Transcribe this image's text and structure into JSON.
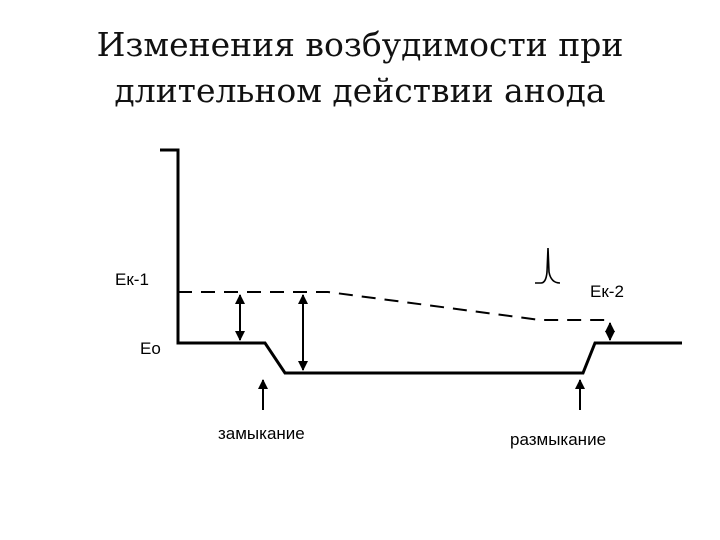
{
  "title": {
    "line1": "Изменения возбудимости при",
    "line2": "длительном действии анода"
  },
  "labels": {
    "ek1": "Ек-1",
    "ek2": "Ек-2",
    "eo": "Ео",
    "closing": "замыкание",
    "opening": "размыкание"
  }
}
